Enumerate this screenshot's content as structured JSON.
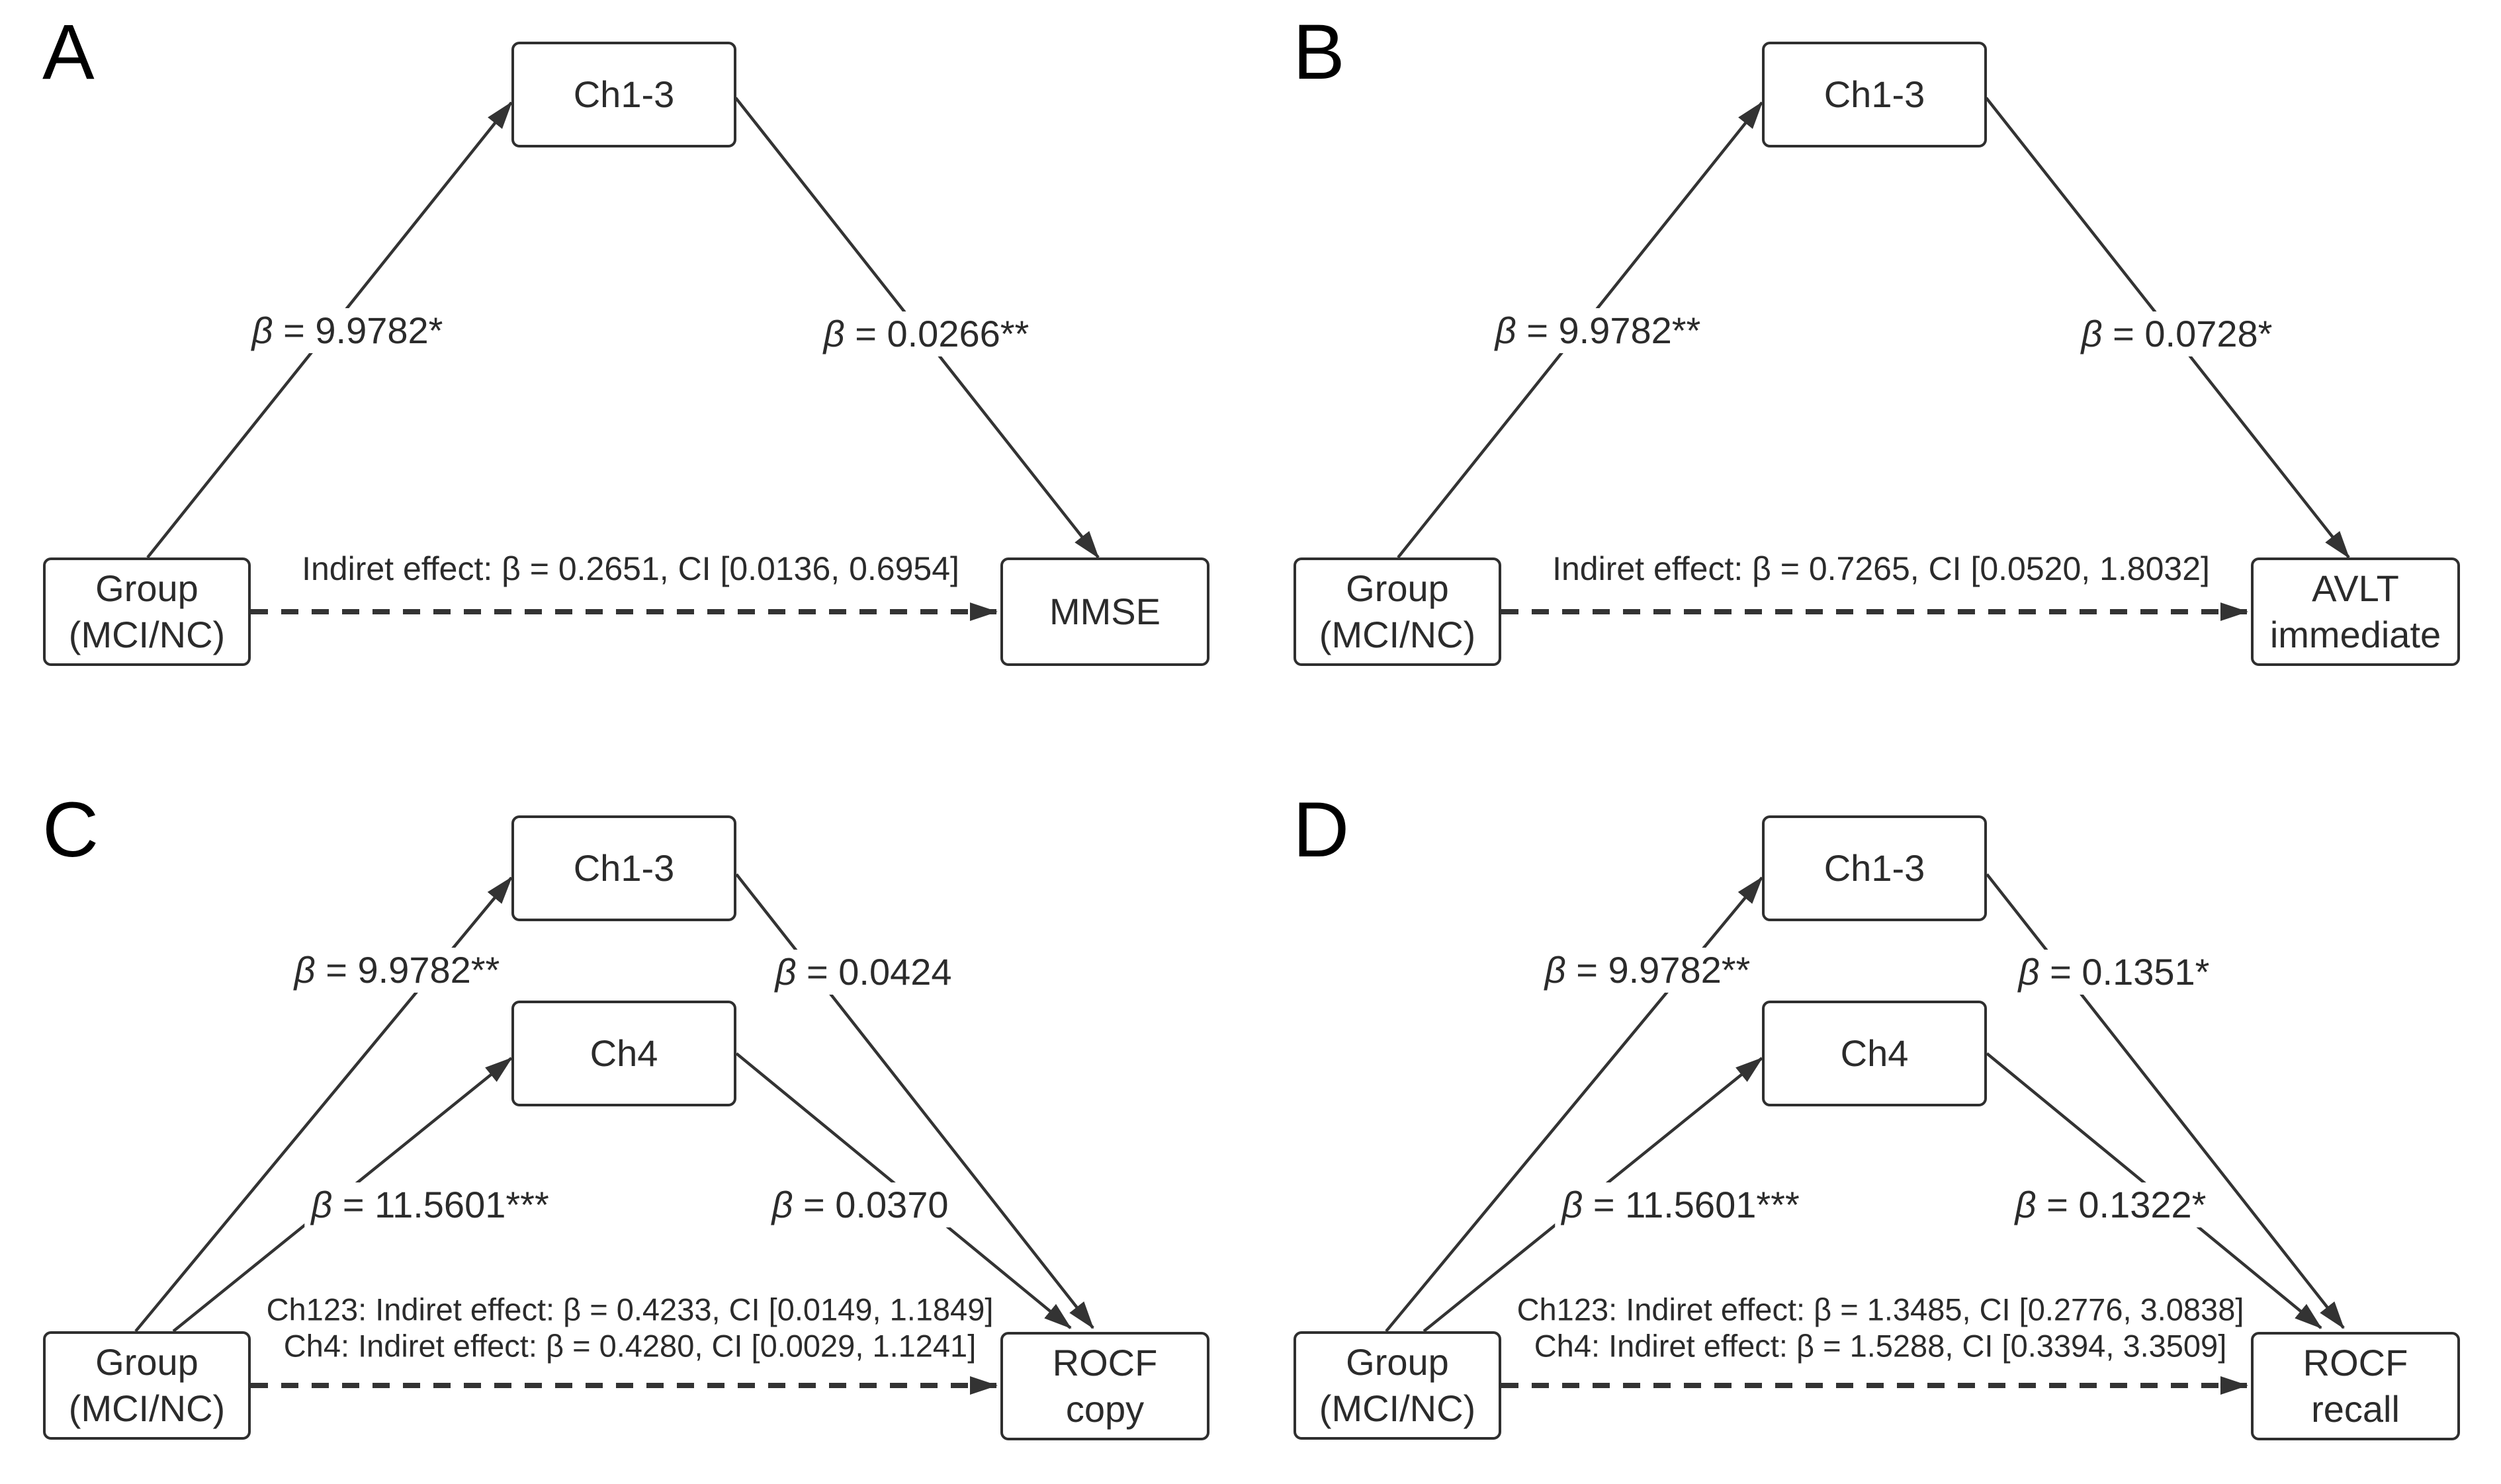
{
  "figure": {
    "type": "mediation-path-diagram",
    "ink_color": "#2e2e2e",
    "background_color": "#ffffff"
  },
  "panels": [
    {
      "id": "A",
      "label": "A",
      "layout": "simple",
      "mediator1": "Ch1-3",
      "predictor": "Group\n(MCI/NC)",
      "outcome": "MMSE",
      "path_a": "β = 9.9782*",
      "path_b": "β = 0.0266**",
      "indirect": "Indiret effect: β = 0.2651, CI [0.0136, 0.6954]"
    },
    {
      "id": "B",
      "label": "B",
      "layout": "simple",
      "mediator1": "Ch1-3",
      "predictor": "Group\n(MCI/NC)",
      "outcome": "AVLT\nimmediate",
      "path_a": "β = 9.9782**",
      "path_b": "β = 0.0728*",
      "indirect": "Indiret effect: β = 0.7265, CI [0.0520, 1.8032]"
    },
    {
      "id": "C",
      "label": "C",
      "layout": "dual",
      "mediator1": "Ch1-3",
      "mediator2": "Ch4",
      "predictor": "Group\n(MCI/NC)",
      "outcome": "ROCF\ncopy",
      "path_a1": "β = 9.9782**",
      "path_b1": "β = 0.0424",
      "path_a2": "β = 11.5601***",
      "path_b2": "β = 0.0370",
      "indirect1": "Ch123: Indiret effect: β = 0.4233, CI [0.0149, 1.1849]",
      "indirect2": "Ch4: Indiret effect: β = 0.4280, CI [0.0029, 1.1241]"
    },
    {
      "id": "D",
      "label": "D",
      "layout": "dual",
      "mediator1": "Ch1-3",
      "mediator2": "Ch4",
      "predictor": "Group\n(MCI/NC)",
      "outcome": "ROCF\nrecall",
      "path_a1": "β = 9.9782**",
      "path_b1": "β = 0.1351*",
      "path_a2": "β = 11.5601***",
      "path_b2": "β = 0.1322*",
      "indirect1": "Ch123: Indiret effect: β = 1.3485, CI [0.2776, 3.0838]",
      "indirect2": "Ch4: Indiret effect: β = 1.5288, CI [0.3394, 3.3509]"
    }
  ]
}
